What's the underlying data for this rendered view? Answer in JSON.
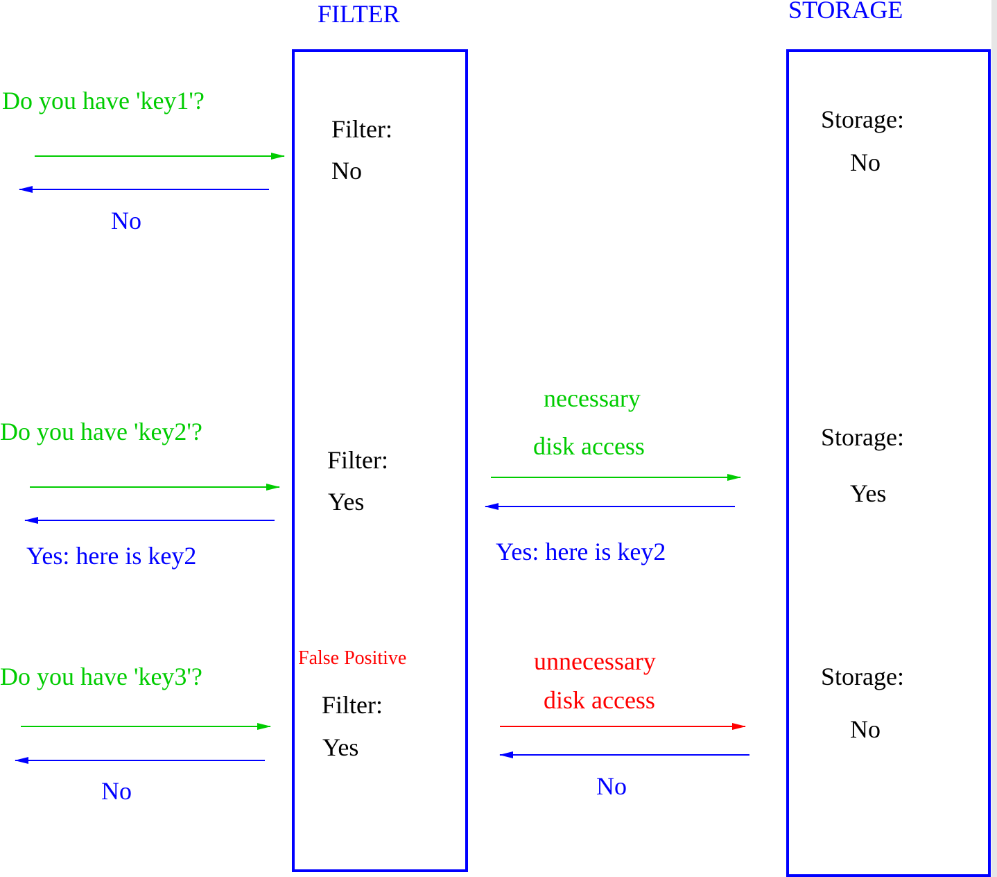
{
  "colors": {
    "request": "#00cc00",
    "response": "#0000ff",
    "false_positive": "#ff0000",
    "box_border": "#0000ff",
    "text": "#000000"
  },
  "headers": {
    "filter": "FILTER",
    "storage": "STORAGE"
  },
  "queries": [
    {
      "question": "Do you have 'key1'?",
      "filter_label": "Filter:",
      "filter_answer": "No",
      "client_reply": "No",
      "storage_label": "Storage:",
      "storage_answer": "No"
    },
    {
      "question": "Do you have 'key2'?",
      "filter_label": "Filter:",
      "filter_answer": "Yes",
      "client_reply": "Yes: here is key2",
      "storage_label": "Storage:",
      "storage_answer": "Yes",
      "disk_access_line1": "necessary",
      "disk_access_line2": "disk access",
      "storage_reply": "Yes: here is key2"
    },
    {
      "question": "Do you have 'key3'?",
      "false_positive_label": "False Positive",
      "filter_label": "Filter:",
      "filter_answer": "Yes",
      "client_reply": "No",
      "storage_label": "Storage:",
      "storage_answer": "No",
      "disk_access_line1": "unnecessary",
      "disk_access_line2": "disk access",
      "storage_reply": "No"
    }
  ]
}
